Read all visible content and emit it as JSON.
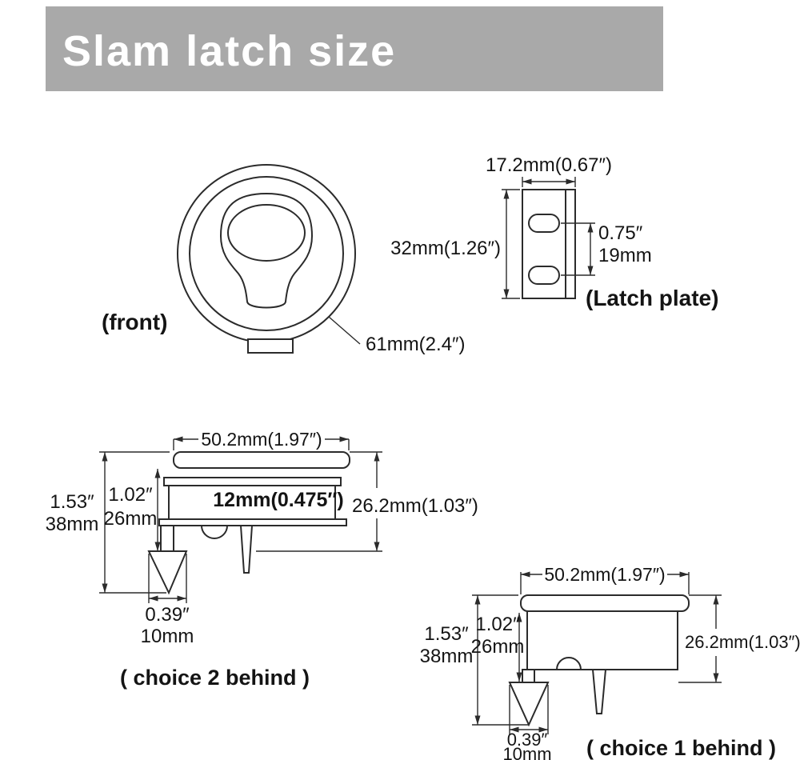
{
  "colors": {
    "banner": "#a9a9a9",
    "title_text": "#ffffff",
    "line": "#2b2b2b",
    "text": "#141414"
  },
  "title": "Slam latch  size",
  "front_view": {
    "label": "(front)",
    "diameter": "61mm(2.4″)"
  },
  "latch_plate": {
    "label": "(Latch plate)",
    "width": "17.2mm(0.67″)",
    "height": "32mm(1.26″)",
    "hole_spacing_in": "0.75″",
    "hole_spacing_mm": "19mm"
  },
  "choice2": {
    "label": "( choice 2 behind )",
    "flange_width": "50.2mm(1.97″)",
    "overall_depth_in": "1.53″",
    "overall_depth_mm": "38mm",
    "inner_depth_in": "1.02″",
    "inner_depth_mm": "26mm",
    "panel_thickness": "12mm(0.475″)",
    "body_depth": "26.2mm(1.03″)",
    "pawl_width_in": "0.39″",
    "pawl_width_mm": "10mm"
  },
  "choice1": {
    "label": "( choice 1 behind )",
    "flange_width": "50.2mm(1.97″)",
    "overall_depth_in": "1.53″",
    "overall_depth_mm": "38mm",
    "inner_depth_in": "1.02″",
    "inner_depth_mm": "26mm",
    "body_depth": "26.2mm(1.03″)",
    "pawl_width_in": "0.39″",
    "pawl_width_mm": "10mm"
  }
}
